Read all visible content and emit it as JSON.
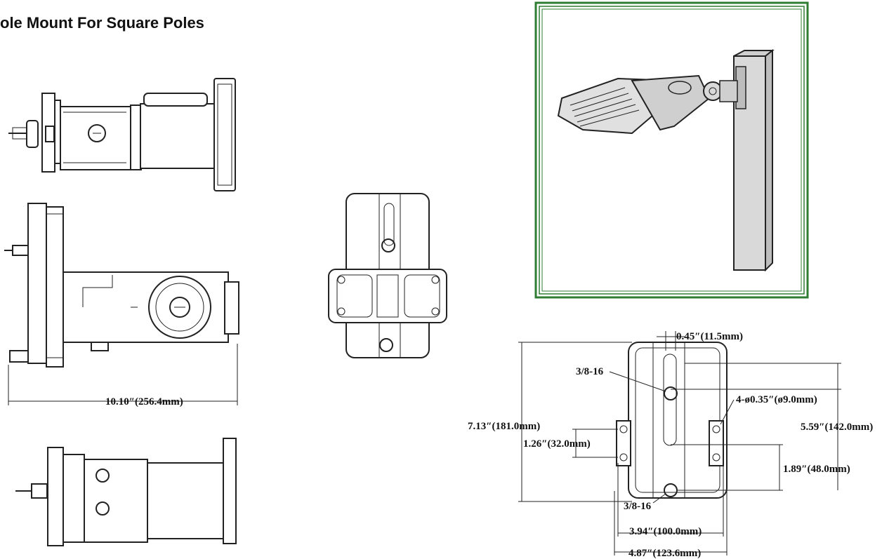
{
  "title": "ole Mount For Square Poles",
  "dimensions": {
    "length": "10.10″(256.4mm)",
    "slot": "0.45″(11.5mm)",
    "bolt_top": "3/8-16",
    "bolt_bottom": "3/8-16",
    "holes": "4-ø0.35″(ø9.0mm)",
    "height": "7.13″(181.0mm)",
    "hole_span": "5.59″(142.0mm)",
    "hole_gap": "1.26″(32.0mm)",
    "hole_offset": "1.89″(48.0mm)",
    "inner_width": "3.94″(100.0mm)",
    "outer_width": "4.87″(123.6mm)"
  },
  "colors": {
    "frame": "#2e7d32",
    "line": "#222222"
  }
}
